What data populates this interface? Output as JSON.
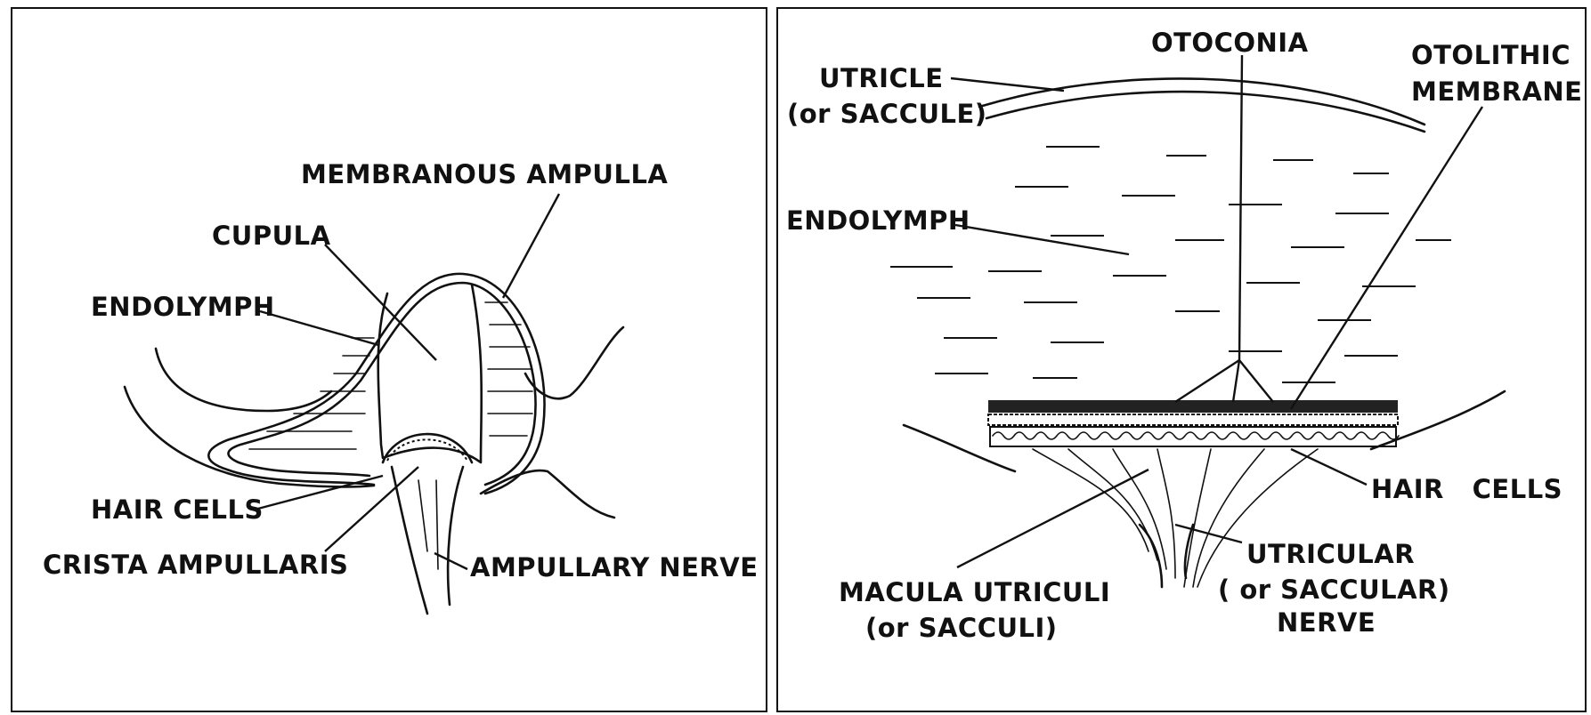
{
  "left_panel": {
    "labels": {
      "membranous_ampulla": "MEMBRANOUS AMPULLA",
      "cupula": "CUPULA",
      "endolymph": "ENDOLYMPH",
      "hair_cells": "HAIR CELLS",
      "crista_ampullaris": "CRISTA AMPULLARIS",
      "ampullary_nerve": "AMPULLARY NERVE"
    }
  },
  "right_panel": {
    "labels": {
      "otoconia": "OTOCONIA",
      "utricle_line1": "UTRICLE",
      "utricle_line2": "(or SACCULE)",
      "otolithic_line1": "OTOLITHIC",
      "otolithic_line2": "MEMBRANE",
      "endolymph": "ENDOLYMPH",
      "hair_cells": "HAIR   CELLS",
      "macula_line1": "MACULA UTRICULI",
      "macula_line2": "(or SACCULI)",
      "nerve_line1": "UTRICULAR",
      "nerve_line2": "( or SACCULAR)",
      "nerve_line3": "NERVE"
    }
  }
}
